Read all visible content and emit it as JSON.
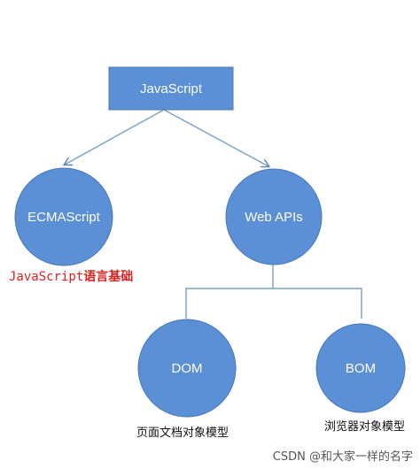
{
  "diagram": {
    "root": "JavaScript",
    "left_child": "ECMAScript",
    "right_child": "Web APIs",
    "dom": "DOM",
    "bom": "BOM"
  },
  "annotations": {
    "js_basics_code": "JavaScript",
    "js_basics_cn": "语言基础",
    "dom_caption": "页面文档对象模型",
    "bom_caption": "浏览器对象模型"
  },
  "watermark": "CSDN @和大家一样的名字",
  "colors": {
    "node_fill": "#5b8fd6",
    "node_stroke": "#4a78b8",
    "line": "#7a9fcf",
    "annotation_red": "#e02020"
  }
}
